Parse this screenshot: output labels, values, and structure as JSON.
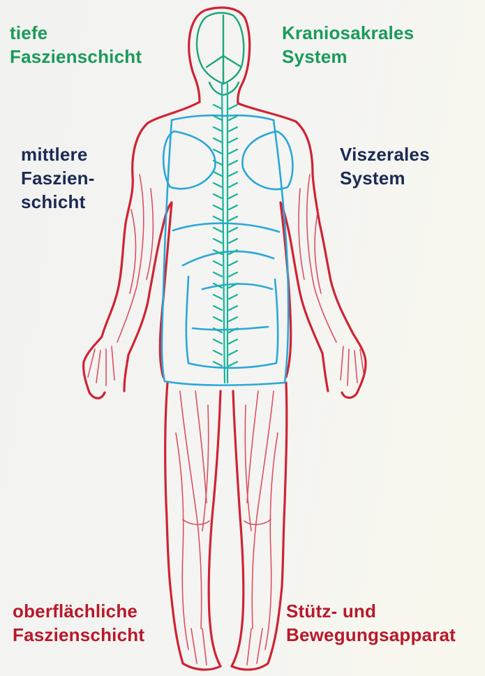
{
  "colors": {
    "deep_fascia": "#1a9a5a",
    "middle_fascia": "#1b2a55",
    "superficial_fascia": "#b8192a",
    "spine_line": "#17b49a",
    "visceral_line": "#2aa7d8",
    "muscle_line": "#cf2333",
    "background": "#f3f3f1"
  },
  "labels": {
    "top_left": {
      "line1": "tiefe",
      "line2": "Faszienschicht"
    },
    "top_right": {
      "line1": "Kraniosakrales",
      "line2": "System"
    },
    "mid_left": {
      "line1": "mittlere",
      "line2": "Faszien-",
      "line3": "schicht"
    },
    "mid_right": {
      "line1": "Viszerales",
      "line2": "System"
    },
    "bottom_left": {
      "line1": "oberflächliche",
      "line2": "Faszienschicht"
    },
    "bottom_right": {
      "line1": "Stütz- und",
      "line2": "Bewegungsapparat"
    }
  }
}
